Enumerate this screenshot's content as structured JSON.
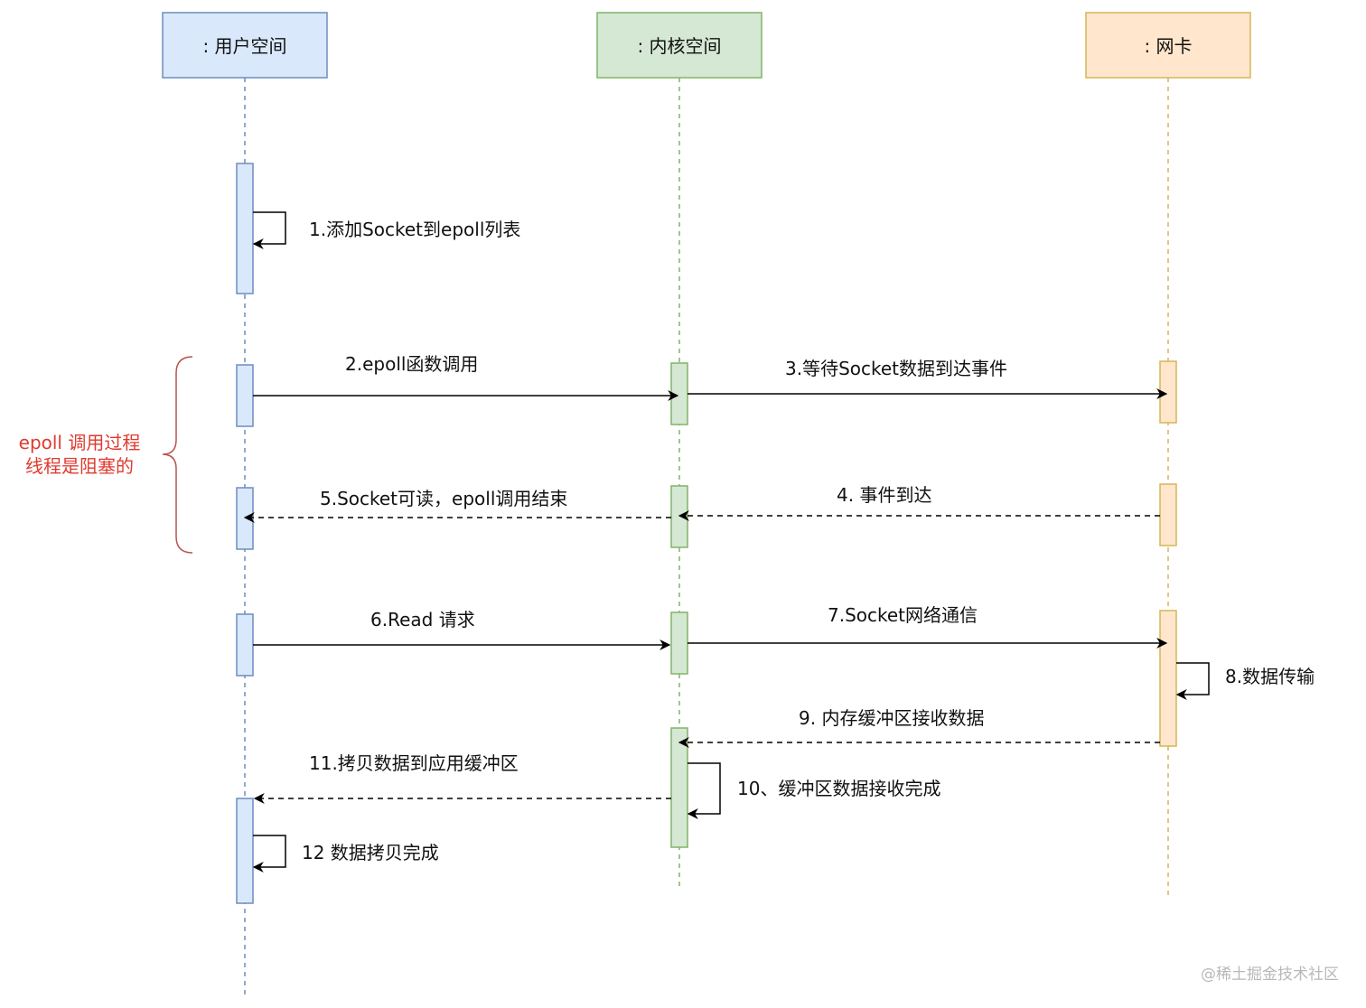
{
  "participants": [
    {
      "label": ": 用户空间",
      "fill": "#dae8fc",
      "stroke": "#6c8ebf"
    },
    {
      "label": ": 内核空间",
      "fill": "#d5e8d4",
      "stroke": "#82b366"
    },
    {
      "label": ": 网卡",
      "fill": "#ffe6cc",
      "stroke": "#d6b656"
    }
  ],
  "messages": [
    {
      "id": "m1",
      "label": "1.添加Socket到epoll列表"
    },
    {
      "id": "m2",
      "label": "2.epoll函数调用"
    },
    {
      "id": "m3",
      "label": "3.等待Socket数据到达事件"
    },
    {
      "id": "m4",
      "label": "4. 事件到达"
    },
    {
      "id": "m5",
      "label": "5.Socket可读，epoll调用结束"
    },
    {
      "id": "m6",
      "label": "6.Read 请求"
    },
    {
      "id": "m7",
      "label": "7.Socket网络通信"
    },
    {
      "id": "m8",
      "label": "8.数据传输"
    },
    {
      "id": "m9",
      "label": "9. 内存缓冲区接收数据"
    },
    {
      "id": "m10",
      "label": "10、缓冲区数据接收完成"
    },
    {
      "id": "m11",
      "label": "11.拷贝数据到应用缓冲区"
    },
    {
      "id": "m12",
      "label": "12 数据拷贝完成"
    }
  ],
  "note": {
    "lines": [
      "epoll 调用过程",
      "线程是阻塞的"
    ],
    "color": "#e03a2f",
    "brace_color": "#b85450"
  },
  "watermark": "@稀土掘金技术社区"
}
